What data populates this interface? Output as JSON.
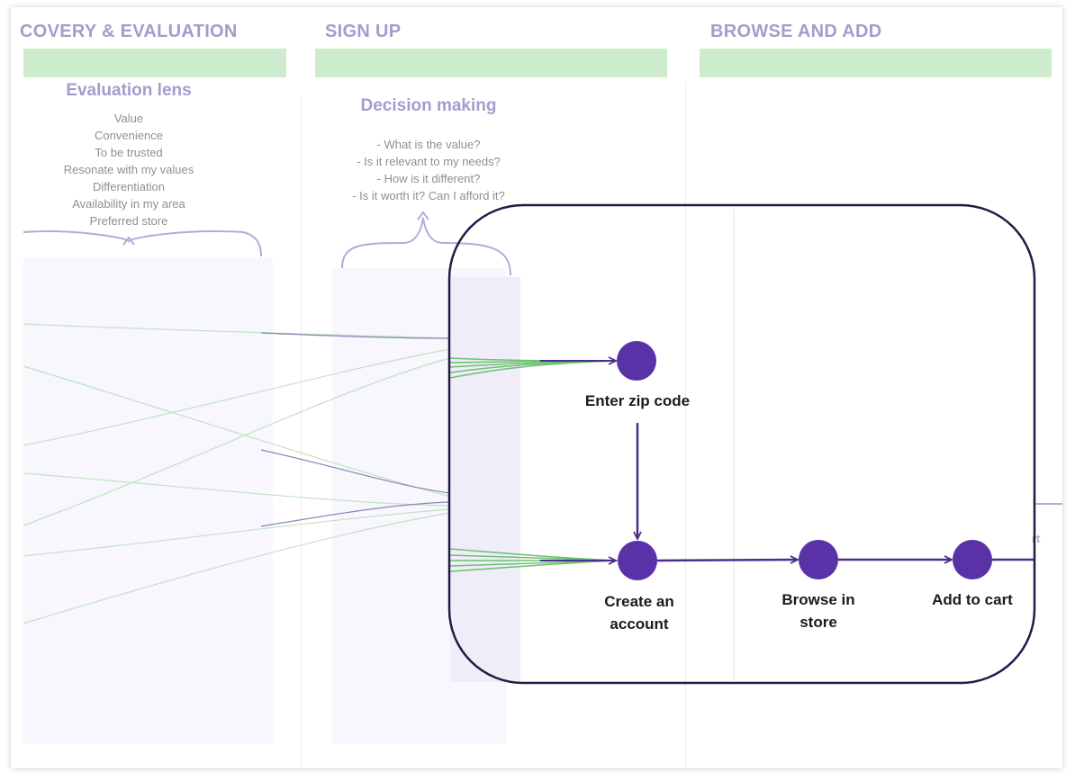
{
  "phases": [
    {
      "id": "discovery",
      "title": "COVERY & EVALUATION"
    },
    {
      "id": "signup",
      "title": "SIGN UP"
    },
    {
      "id": "browse",
      "title": "BROWSE AND ADD"
    }
  ],
  "evaluation_lens": {
    "title": "Evaluation lens",
    "items": [
      "Value",
      "Convenience",
      "To be trusted",
      "Resonate with my values",
      "Differentiation",
      "Availability in my area",
      "Preferred store"
    ]
  },
  "decision_making": {
    "title": "Decision making",
    "items": [
      "- What is the value?",
      "- Is it relevant to my needs?",
      "- How is it different?",
      "- Is it worth it? Can I afford it?"
    ]
  },
  "flow_nodes": [
    {
      "id": "zip",
      "label": "Enter zip code"
    },
    {
      "id": "account",
      "label": "Create an account"
    },
    {
      "id": "browse",
      "label": "Browse in store"
    },
    {
      "id": "cart",
      "label": "Add to cart"
    }
  ],
  "faded_label": "rt",
  "colors": {
    "phase_title": "#a59ccc",
    "phase_bar": "#cdebcd",
    "node": "#5a32a8",
    "arrow": "#4b2d8f",
    "highlight_border": "#241a45",
    "green_line": "#7cc47f",
    "purple_line": "#8c86b8"
  }
}
